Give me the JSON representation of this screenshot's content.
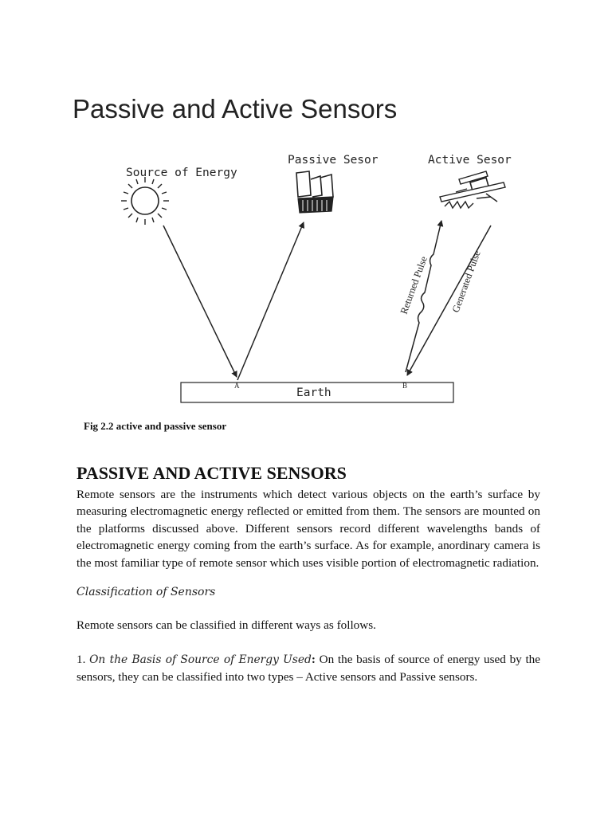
{
  "page": {
    "title": "Passive and Active Sensors"
  },
  "figure": {
    "labels": {
      "source": "Source of Energy",
      "passive": "Passive Sesor",
      "active": "Active Sesor",
      "earth": "Earth",
      "point_a": "A",
      "point_b": "B",
      "returned": "Returned Pulse",
      "generated": "Generated Pulse"
    },
    "caption": "Fig 2.2 active and passive sensor"
  },
  "section": {
    "heading": "PASSIVE AND ACTIVE SENSORS",
    "paragraph": "Remote sensors are the instruments which detect various objects on the earth’s surface by measuring electromagnetic energy reflected or emitted from them. The sensors are mounted on the platforms discussed above. Different sensors record different wavelengths bands of electromagnetic energy coming from the earth’s surface. As for example, anordinary camera is the most familiar type of remote sensor which uses visible portion of electromagnetic radiation.",
    "subheading": "Classification of Sensors",
    "intro": "Remote sensors can be classified in different ways as follows.",
    "item": {
      "number": "1. ",
      "label": "On the Basis of Source of Energy Used",
      "colon": ":",
      "text": " On the basis of source of energy used by the sensors, they can be classified into two types – Active sensors and Passive sensors."
    }
  }
}
